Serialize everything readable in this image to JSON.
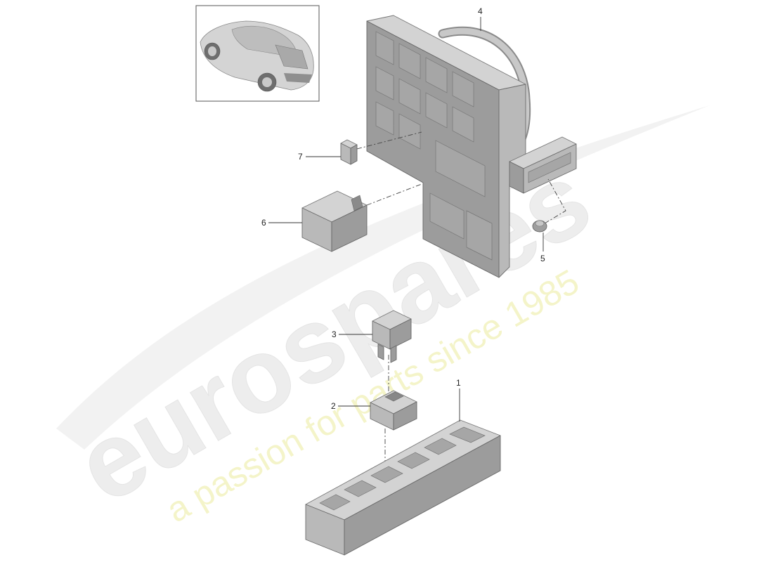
{
  "watermark": {
    "brand": "eurospares",
    "tagline": "a passion for parts since 1985"
  },
  "callouts": {
    "c1": "1",
    "c2": "2",
    "c3": "3",
    "c4": "4",
    "c5": "5",
    "c6": "6",
    "c7": "7"
  }
}
